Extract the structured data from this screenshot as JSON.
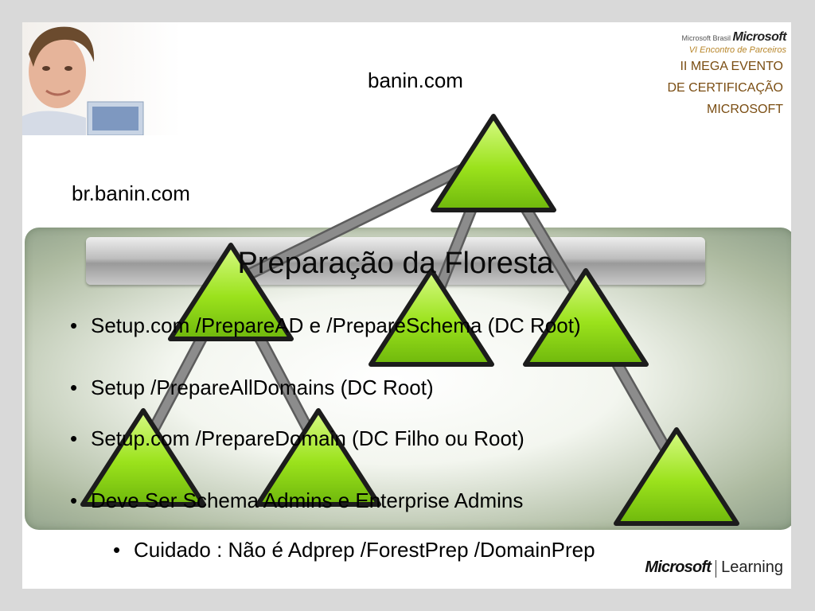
{
  "brand": {
    "small_label": "Microsoft Brasil",
    "logo_text": "Microsoft",
    "subtitle": "VI Encontro de Parceiros"
  },
  "event": {
    "line1": "II MEGA EVENTO",
    "line2": "DE CERTIFICAÇÃO",
    "line3": "MICROSOFT"
  },
  "tree": {
    "root_domain": "banin.com",
    "child_domain": "br.banin.com",
    "node_color": "#9be21c",
    "link_color": "#8c8c8c"
  },
  "slide": {
    "title": "Preparação da Floresta",
    "bullets": [
      "Setup.com /PrepareAD  e /PrepareSchema (DC Root)",
      "Setup /PrepareAllDomains (DC Root)",
      "Setup.com /PrepareDomain (DC Filho ou Root)",
      "Deve Ser Schema Admins e Enterprise Admins"
    ],
    "sub_bullet": "Cuidado : Não é Adprep /ForestPrep /DomainPrep",
    "bullet_char": "•"
  },
  "footer": {
    "logo_text": "Microsoft",
    "product": "Learning"
  }
}
